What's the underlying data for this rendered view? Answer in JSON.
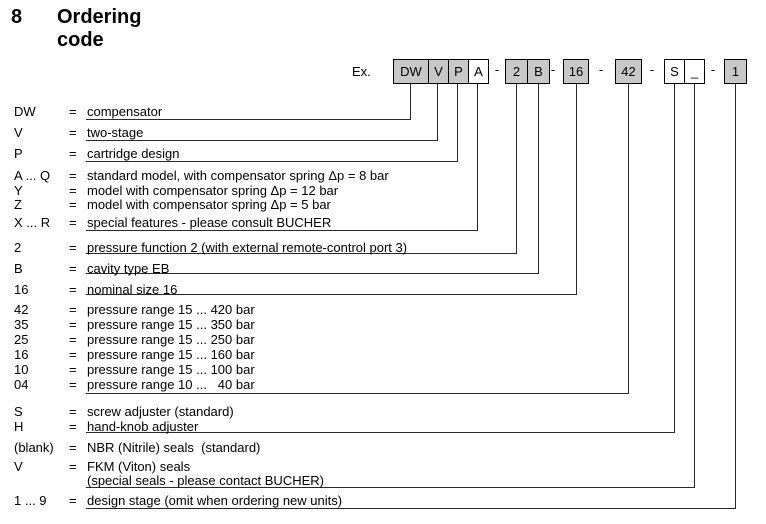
{
  "title": {
    "number": "8",
    "text": "Ordering code"
  },
  "example": {
    "label": "Ex.",
    "dash": "-",
    "boxes": [
      {
        "text": "DW"
      },
      {
        "text": "V"
      },
      {
        "text": "P"
      },
      {
        "text": "A"
      },
      {
        "text": "2"
      },
      {
        "text": "B"
      },
      {
        "text": "16"
      },
      {
        "text": "42"
      },
      {
        "text": "S"
      },
      {
        "text": "_"
      },
      {
        "text": "1"
      }
    ]
  },
  "labels": {
    "equals": "="
  },
  "rows": [
    {
      "code": "DW",
      "desc": "compensator"
    },
    {
      "code": "V",
      "desc": "two-stage"
    },
    {
      "code": "P",
      "desc": "cartridge design"
    },
    {
      "code": "A ... Q",
      "desc": "standard model, with compensator spring Δp = 8 bar"
    },
    {
      "code": "Y",
      "desc": "model with compensator spring Δp = 12 bar"
    },
    {
      "code": "Z",
      "desc": "model with compensator spring Δp = 5 bar"
    },
    {
      "code": "X ... R",
      "desc": "special features - please consult BUCHER"
    },
    {
      "code": "2",
      "desc": "pressure function 2 (with external remote-control port 3)"
    },
    {
      "code": "B",
      "desc": "cavity type EB"
    },
    {
      "code": "16",
      "desc": "nominal size 16"
    },
    {
      "code": "42",
      "desc": "pressure range 15 ... 420 bar"
    },
    {
      "code": "35",
      "desc": "pressure range 15 ... 350 bar"
    },
    {
      "code": "25",
      "desc": "pressure range 15 ... 250 bar"
    },
    {
      "code": "16",
      "desc": "pressure range 15 ... 160 bar"
    },
    {
      "code": "10",
      "desc": "pressure range 15 ... 100 bar"
    },
    {
      "code": "04",
      "desc": "pressure range 10 ...   40 bar"
    },
    {
      "code": "S",
      "desc": "screw adjuster (standard)"
    },
    {
      "code": "H",
      "desc": "hand-knob adjuster"
    },
    {
      "code": "(blank)",
      "desc": "NBR (Nitrile) seals  (standard)"
    },
    {
      "code": "V",
      "desc": "FKM (Viton) seals"
    },
    {
      "code": "",
      "desc": "(special seals - please contact BUCHER)"
    },
    {
      "code": "1 ... 9",
      "desc": "design stage (omit when ordering new units)"
    }
  ],
  "colors": {
    "box_fill": "#c8c8c8",
    "box_border": "#000000",
    "connector_line": "#2a2a2a",
    "text": "#000000",
    "background": "#ffffff"
  }
}
